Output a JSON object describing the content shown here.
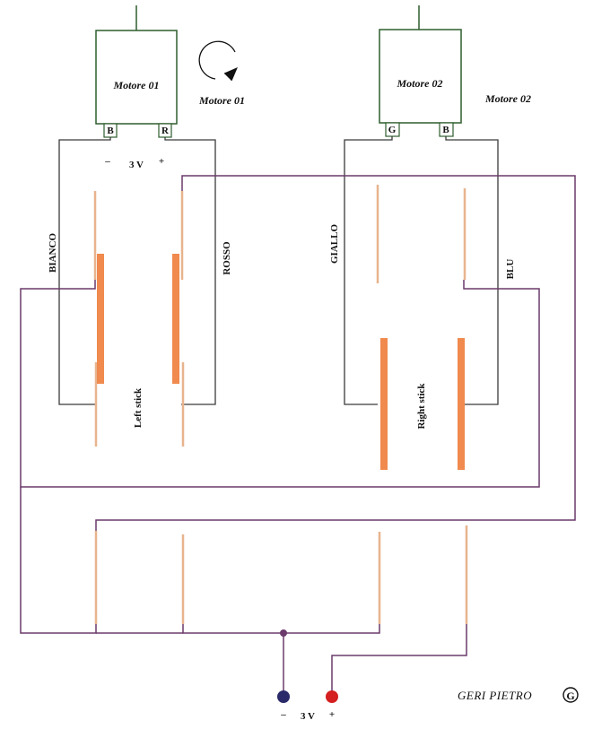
{
  "motors": [
    {
      "label_inside": "Motore 01",
      "label_side": "Motore 01",
      "pin_left": "B",
      "pin_right": "R"
    },
    {
      "label_inside": "Motore 02",
      "label_side": "Motore 02",
      "pin_left": "G",
      "pin_right": "B"
    }
  ],
  "motor1_voltage": {
    "minus": "–",
    "value": "3 V",
    "plus": "+"
  },
  "wire_labels": {
    "bianco": "BIANCO",
    "rosso": "ROSSO",
    "giallo": "GIALLO",
    "blu": "BLU"
  },
  "stick_labels": {
    "left": "Left stick",
    "right": "Right stick"
  },
  "battery": {
    "minus": "–",
    "value": "3 V",
    "plus": "+"
  },
  "signature": {
    "name": "GERI PIETRO",
    "monogram": "G"
  },
  "colors": {
    "wire_black": "#3a3a3a",
    "wire_purple": "#6a3a6a",
    "contact_thin": "#e8b48e",
    "contact_pad": "#f08a4e",
    "terminal_neg": "#2a2a6a",
    "terminal_pos": "#d42020",
    "motor_stroke": "#2e5e2e",
    "plus_red": "#b01010"
  }
}
